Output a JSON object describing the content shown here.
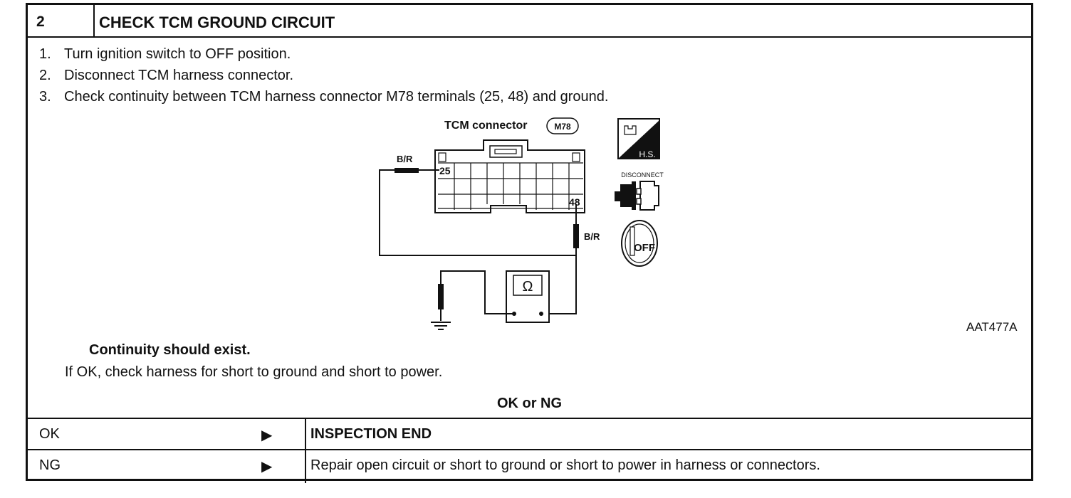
{
  "header": {
    "step_number": "2",
    "title": "CHECK TCM GROUND CIRCUIT"
  },
  "steps": [
    {
      "num": "1.",
      "text": "Turn ignition switch to OFF position."
    },
    {
      "num": "2.",
      "text": "Disconnect TCM harness connector."
    },
    {
      "num": "3.",
      "text": "Check continuity between TCM harness connector M78 terminals (25, 48) and ground."
    }
  ],
  "figure": {
    "connector_label": "TCM connector",
    "connector_code": "M78",
    "wire_left_label": "B/R",
    "wire_right_label": "B/R",
    "terminal_a": "25",
    "terminal_b": "48",
    "meter_symbol": "Ω",
    "hs_label": "H.S.",
    "disconnect_label": "DISCONNECT",
    "off_label": "OFF",
    "figure_code": "AAT477A"
  },
  "expected": "Continuity should exist.",
  "instruction": "If OK, check harness for short to ground and short to power.",
  "decision_label": "OK or NG",
  "results": [
    {
      "label": "OK",
      "arrow": "▶",
      "text": "INSPECTION END",
      "bold": true
    },
    {
      "label": "NG",
      "arrow": "▶",
      "text": "Repair open circuit or short to ground or short to power in harness or connectors.",
      "bold": false
    }
  ]
}
